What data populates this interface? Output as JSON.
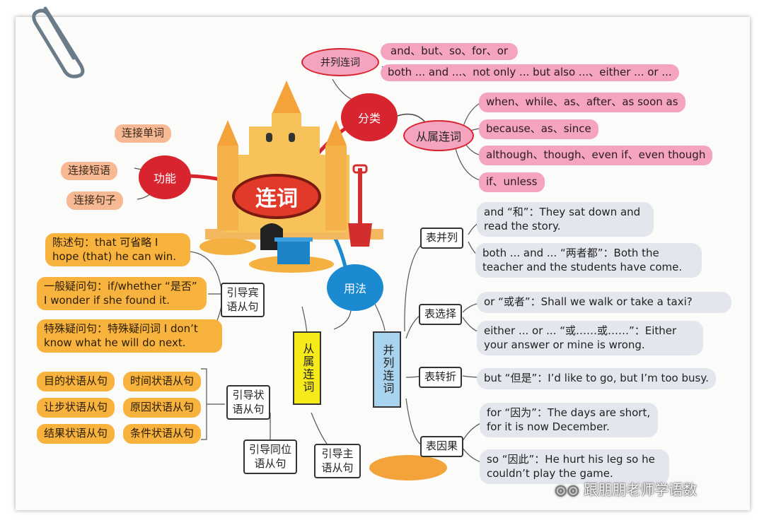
{
  "center": "连词",
  "func": {
    "label": "功能",
    "items": [
      "连接单词",
      "连接短语",
      "连接句子"
    ]
  },
  "classify": {
    "label": "分类",
    "coord": {
      "label": "并列连词",
      "items": [
        "and、but、so、for、or",
        "both ... and ...、not only ... but also ...、either ... or ..."
      ]
    },
    "subord": {
      "label": "从属连词",
      "items": [
        "when、while、as、after、as soon as",
        "because、as、since",
        "although、though、even if、even though",
        "if、unless"
      ]
    }
  },
  "usage": {
    "label": "用法",
    "subord_box": "从属连词",
    "coord_box": "并列连词",
    "obj": {
      "label": "引导宾语从句",
      "items": [
        "陈述句：that 可省略 I hope (that) he can win.",
        "一般疑问句：if/whether “是否” I wonder if she found it.",
        "特殊疑问句：特殊疑问词 I don’t know what he will do next."
      ]
    },
    "adv": {
      "label": "引导状语从句",
      "items": [
        "目的状语从句",
        "时间状语从句",
        "让步状语从句",
        "原因状语从句",
        "结果状语从句",
        "条件状语从句"
      ]
    },
    "appos": "引导同位语从句",
    "subj": "引导主语从句",
    "groups": [
      {
        "label": "表并列",
        "items": [
          "and “和”：They sat down and read the story.",
          "both ... and ... “两者都”：Both the teacher and the students have come."
        ]
      },
      {
        "label": "表选择",
        "items": [
          "or “或者”：Shall we walk or take a taxi?",
          "either ... or ... “或……或……”：Either your answer or mine is wrong."
        ]
      },
      {
        "label": "表转折",
        "items": [
          "but “但是”：I’d like to go, but I’m too busy."
        ]
      },
      {
        "label": "表因果",
        "items": [
          "for “因为”：The days are short, for it is now December.",
          "so “因此”：He hurt his leg so he couldn’t play the game."
        ]
      }
    ]
  },
  "watermark": "跟朋朋老师学语数",
  "colors": {
    "func": "#d7242f",
    "classify": "#d7242f",
    "usage": "#1b8ad0",
    "center_fill": "#e23a2a",
    "center_ring": "#7a1a10"
  }
}
